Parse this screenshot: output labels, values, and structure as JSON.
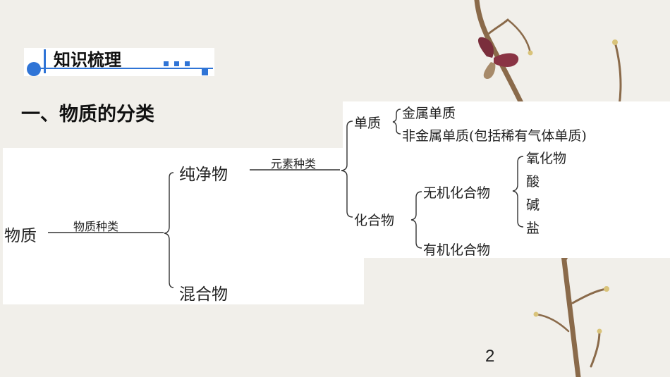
{
  "header": {
    "title": "知识梳理"
  },
  "section": {
    "title": "一、物质的分类"
  },
  "diagram": {
    "root": "物质",
    "root_edge": "物质种类",
    "pure": "纯净物",
    "mixture": "混合物",
    "pure_edge": "元素种类",
    "element_substance": "单质",
    "metal_substance": "金属单质",
    "nonmetal_substance": "非金属单质(包括稀有气体单质)",
    "compound": "化合物",
    "inorganic": "无机化合物",
    "organic": "有机化合物",
    "oxide": "氧化物",
    "acid": "酸",
    "base": "碱",
    "salt": "盐"
  },
  "footer": {
    "page_number": "2"
  },
  "colors": {
    "accent": "#2f74d6",
    "branch": "#8a6a4a",
    "petal": "#7a2e3c"
  }
}
